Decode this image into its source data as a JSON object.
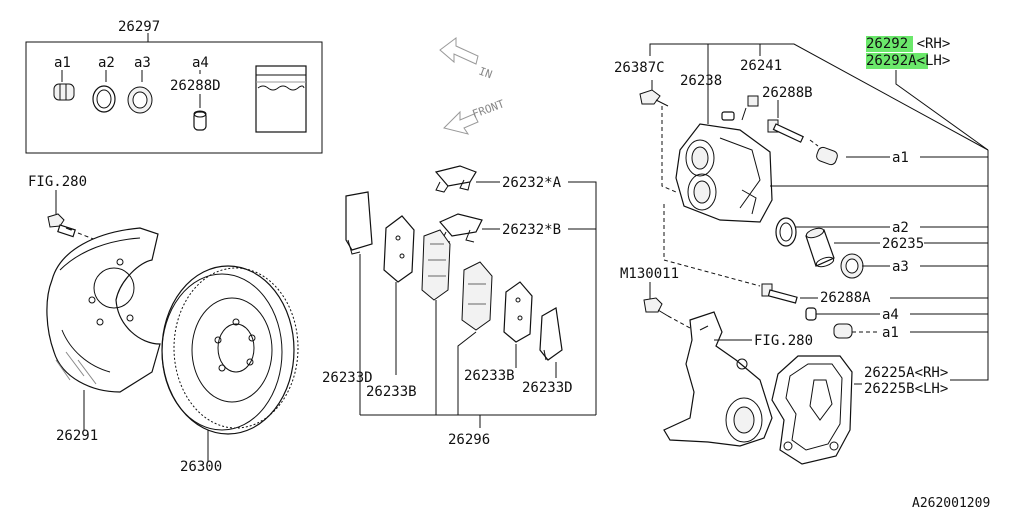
{
  "diagram_id": "A262001209",
  "highlight_color": "#6be86b",
  "labels": {
    "kit": "26297",
    "kit_a1": "a1",
    "kit_a2": "a2",
    "kit_a3": "a3",
    "kit_a4": "a4",
    "kit_pin": "26288D",
    "fig280_top": "FIG.280",
    "shield": "26291",
    "rotor": "26300",
    "pad_a": "26232*A",
    "pad_b": "26232*B",
    "shim_d_left": "26233D",
    "shim_b_left": "26233B",
    "shim_b_right": "26233B",
    "shim_d_right": "26233D",
    "pad_kit": "26296",
    "bolt_c": "26387C",
    "bleeder_cap": "26238",
    "bleeder": "26241",
    "pin_b": "26288B",
    "caliper_rh_part1": "2629",
    "caliper_rh_part2": "2 <RH>",
    "caliper_lh_part1": "26292A",
    "caliper_lh_part2": "<LH>",
    "call_a1_top": "a1",
    "call_a2": "a2",
    "piston": "26235",
    "call_a3": "a3",
    "bolt_m": "M130011",
    "pin_a": "26288A",
    "call_a4": "a4",
    "call_a1_bottom": "a1",
    "fig280_knuckle": "FIG.280",
    "support_rh": "26225A<RH>",
    "support_lh": "26225B<LH>",
    "dir_in": "IN",
    "dir_front": "FRONT"
  }
}
